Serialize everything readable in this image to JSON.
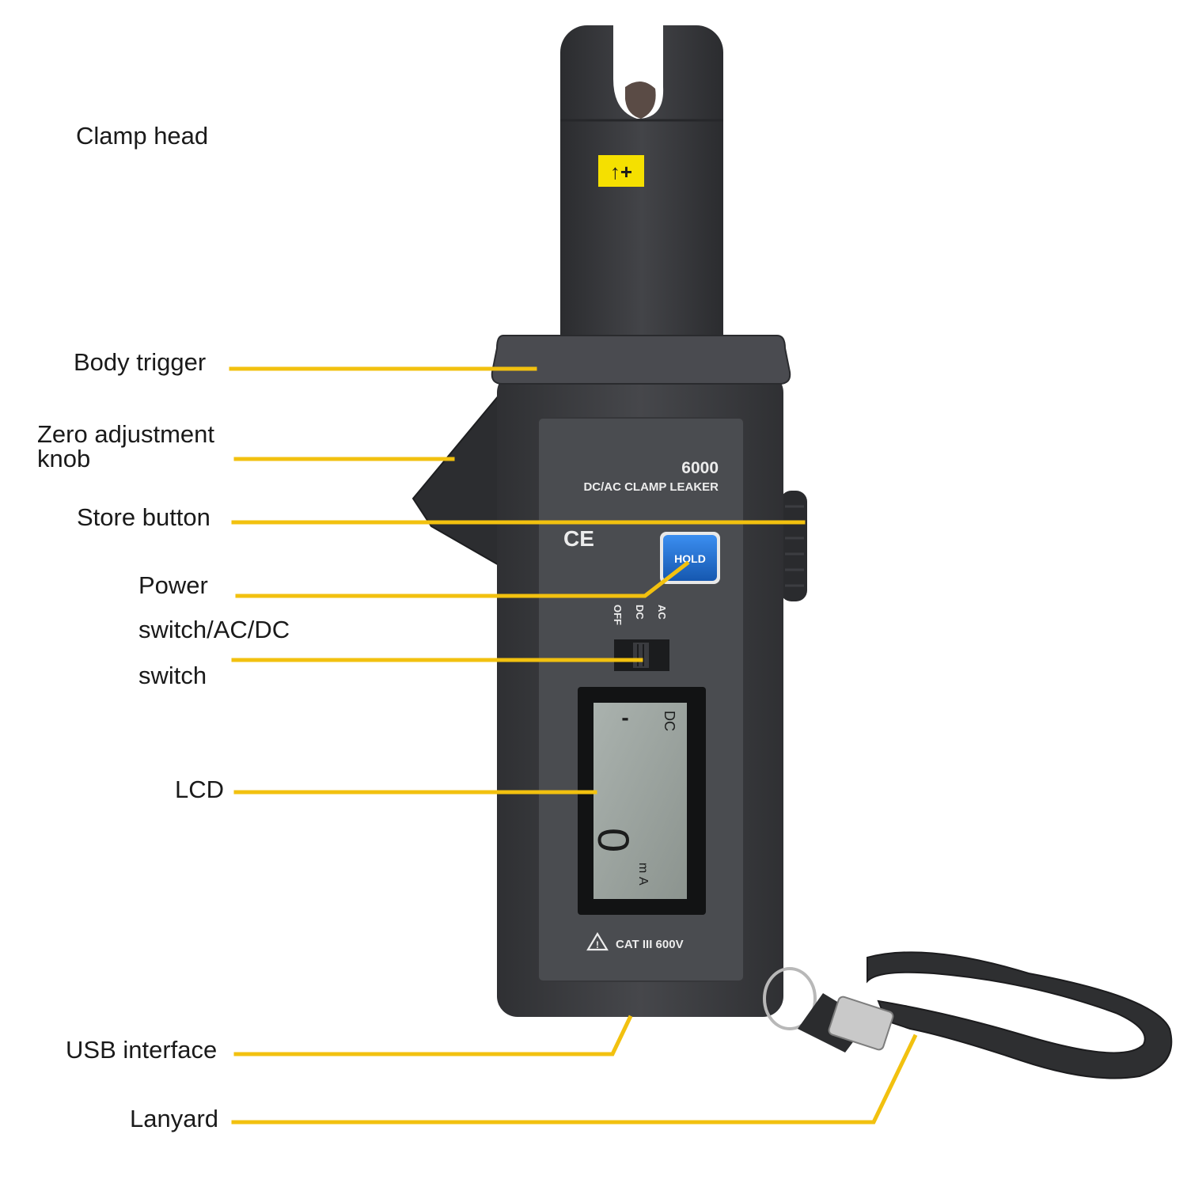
{
  "labels": {
    "clamp_head": "Clamp head",
    "body_trigger": "Body trigger",
    "zero_adjustment_line1": "Zero adjustment",
    "zero_adjustment_line2": "knob",
    "store_button": "Store button",
    "power_line1": "Power",
    "power_line2": "switch/AC/DC",
    "power_line3": "switch",
    "lcd": "LCD",
    "usb_interface": "USB interface",
    "lanyard": "Lanyard"
  },
  "device": {
    "model": "6000",
    "name": "DC/AC CLAMP LEAKER",
    "ce_mark": "CE",
    "hold_button": "HOLD",
    "switch_positions": [
      "OFF",
      "DC",
      "AC"
    ],
    "rating": "CAT III 600V",
    "clamp_marker": "↑+"
  },
  "lcd": {
    "sign": "-",
    "mode": "DC",
    "unit_prefix": "m",
    "unit": "A",
    "digit": "0"
  },
  "colors": {
    "leader_line": "#f2c10f",
    "body": "#3e3f43",
    "panel": "#4a4c50",
    "hold_button": "#1e6fd0",
    "lcd_bg": "#9fa7a3",
    "marker_bg": "#f5e000"
  }
}
